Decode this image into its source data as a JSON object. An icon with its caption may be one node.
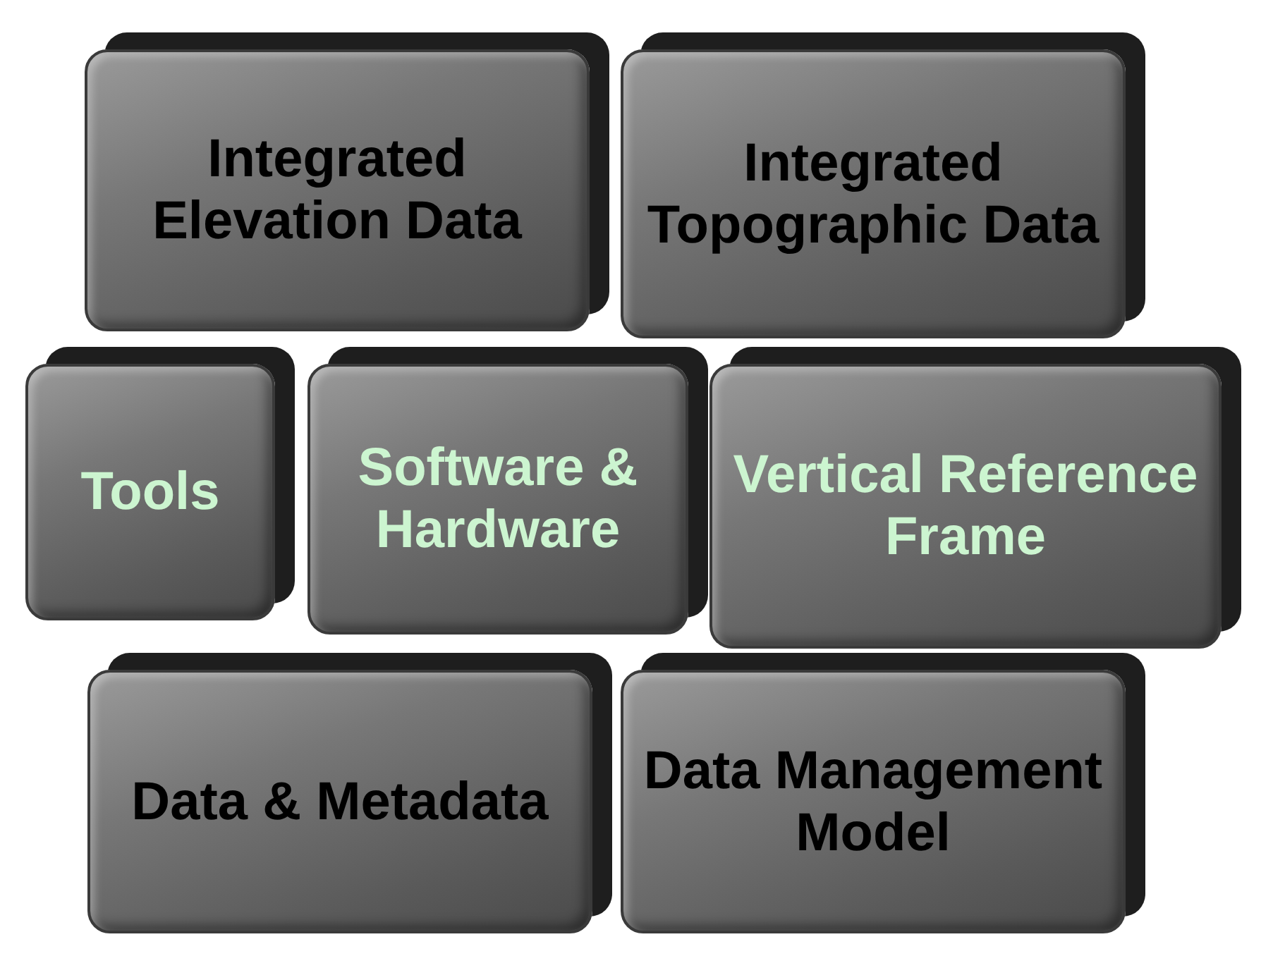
{
  "diagram": {
    "nodes": [
      {
        "text": [
          "Integrated Elevation Data"
        ]
      },
      {
        "text": [
          "Integrated Topographic Data"
        ]
      },
      {
        "text": [
          "Tools"
        ]
      },
      {
        "text": [
          "Software & Hardware"
        ]
      },
      {
        "text": [
          "Vertical Reference Frame"
        ]
      },
      {
        "text": [
          "Data & Metadata"
        ]
      },
      {
        "text": [
          "Data Management Model"
        ]
      }
    ]
  }
}
